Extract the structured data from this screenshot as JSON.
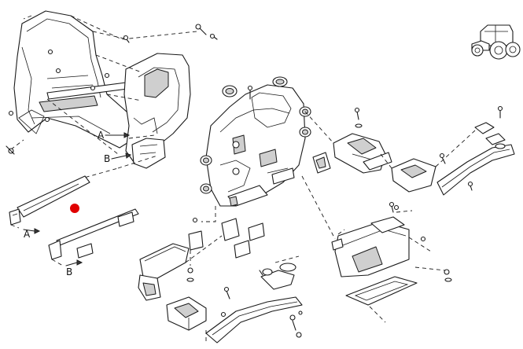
{
  "diagram": {
    "callouts": {
      "a_upper": "A",
      "b_upper": "B",
      "a_lower": "A",
      "b_lower": "B"
    },
    "highlight_color": "#e00000",
    "line_color": "#1a1a1a",
    "icons": [
      "tractor-icon",
      "hotspot-marker"
    ]
  }
}
